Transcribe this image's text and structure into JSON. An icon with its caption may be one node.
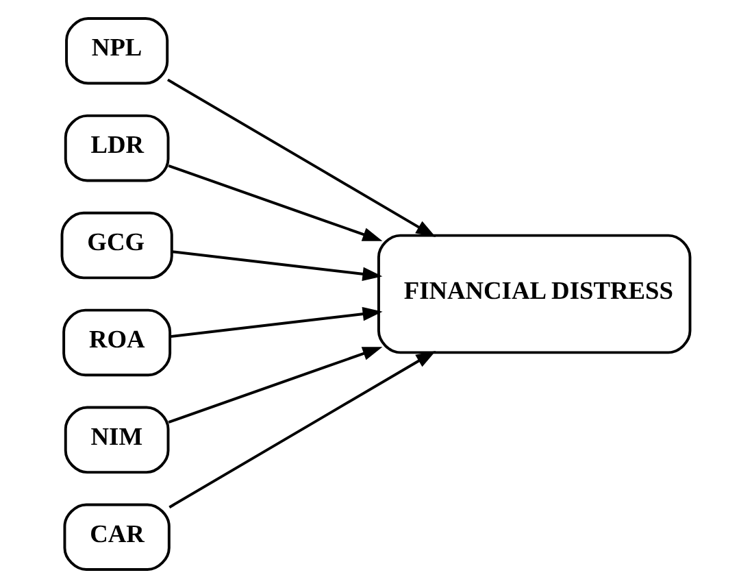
{
  "diagram": {
    "nodes": [
      {
        "text": [
          "NPL"
        ]
      },
      {
        "text": [
          "LDR"
        ]
      },
      {
        "text": [
          "GCG"
        ]
      },
      {
        "text": [
          "ROA"
        ]
      },
      {
        "text": [
          "NIM"
        ]
      },
      {
        "text": [
          "CAR"
        ]
      },
      {
        "text": [
          "FINANCIAL DISTRESS"
        ]
      }
    ],
    "edges": [
      {
        "from": 0,
        "to": 6,
        "arrow": "to"
      },
      {
        "from": 1,
        "to": 6,
        "arrow": "to"
      },
      {
        "from": 2,
        "to": 6,
        "arrow": "to"
      },
      {
        "from": 3,
        "to": 6,
        "arrow": "to"
      },
      {
        "from": 4,
        "to": 6,
        "arrow": "to"
      },
      {
        "from": 5,
        "to": 6,
        "arrow": "to"
      }
    ]
  }
}
